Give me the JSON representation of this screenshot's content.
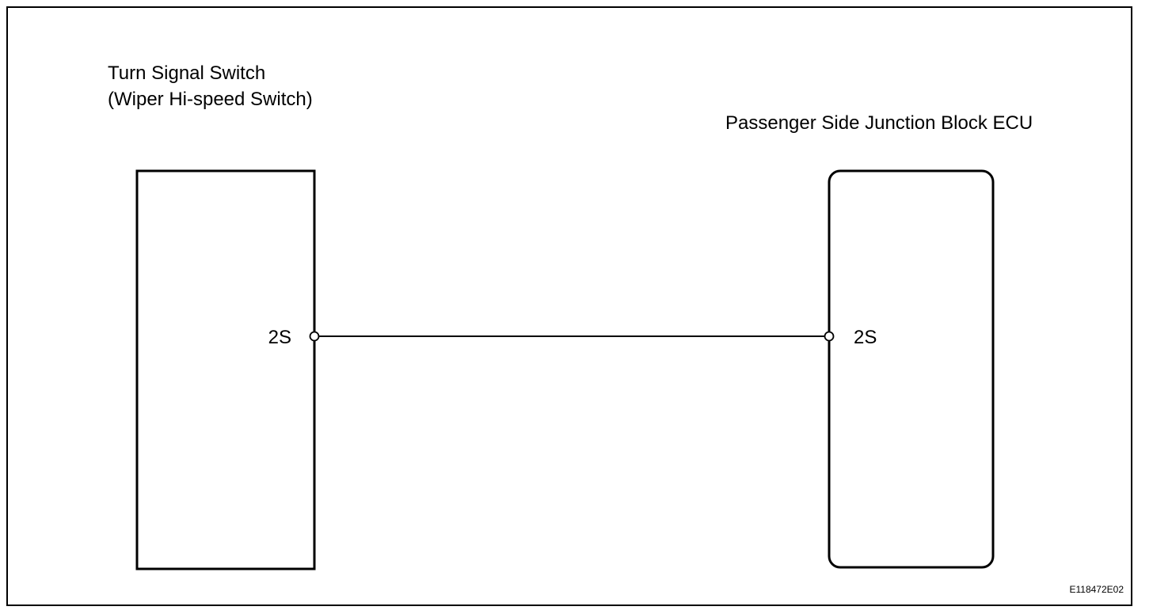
{
  "components": [
    {
      "id": "turn-signal-switch",
      "name_lines": [
        "Turn Signal Switch",
        "(Wiper Hi-speed Switch)"
      ],
      "terminal": "2S"
    },
    {
      "id": "passenger-side-junction-block-ecu",
      "name_lines": [
        "Passenger Side Junction Block ECU"
      ],
      "terminal": "2S"
    }
  ],
  "connections": [
    {
      "from": "turn-signal-switch.2S",
      "to": "passenger-side-junction-block-ecu.2S"
    }
  ],
  "figure_code": "E118472E02",
  "colors": {
    "line": "#000000",
    "background": "#ffffff"
  }
}
